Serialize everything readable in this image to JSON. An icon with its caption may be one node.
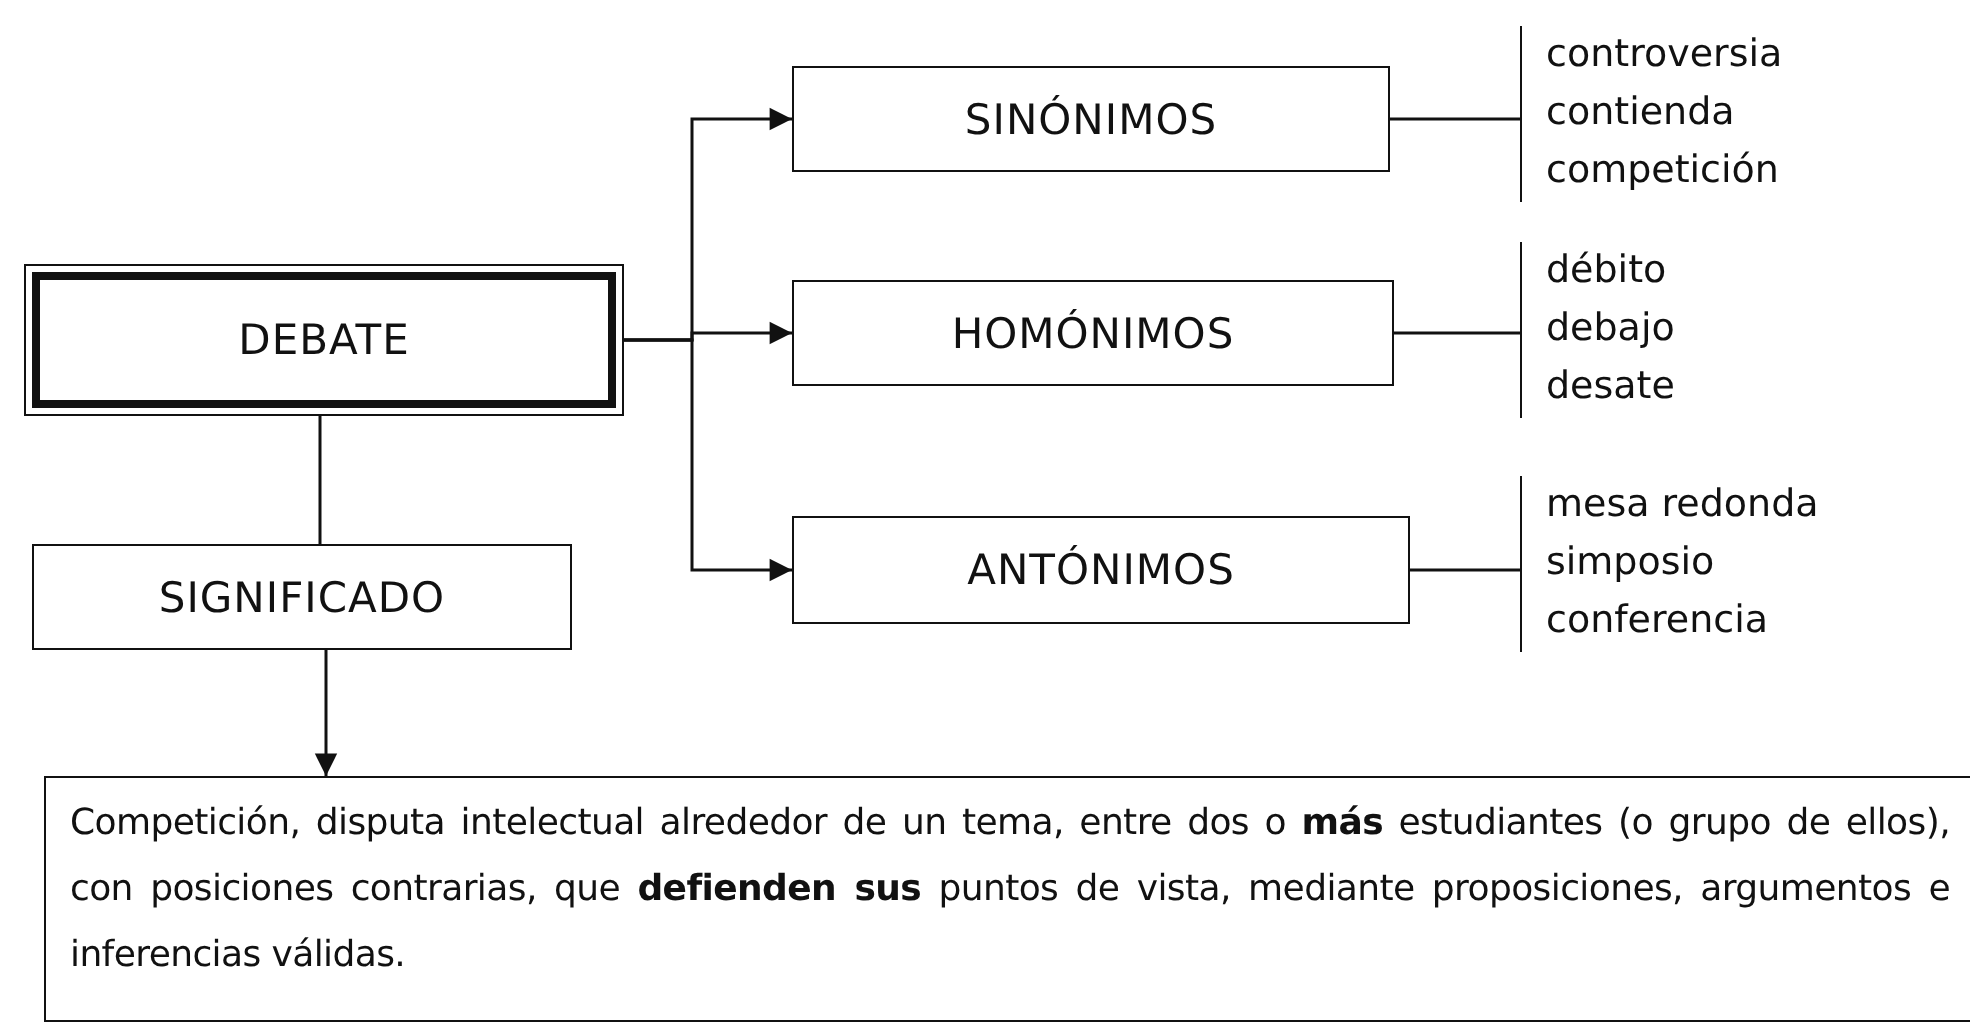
{
  "diagram": {
    "nodes": [
      {
        "text": [
          "DEBATE"
        ]
      },
      {
        "text": [
          "SINÓNIMOS"
        ]
      },
      {
        "text": [
          "HOMÓNIMOS"
        ]
      },
      {
        "text": [
          "ANTÓNIMOS"
        ]
      },
      {
        "text": [
          "SIGNIFICADO"
        ]
      },
      {
        "text": [
          "Competición, disputa intelectual alrededor de un tema, entre dos o **más** estudiantes (o grupo de ellos), con posiciones contrarias, que **defienden sus** puntos de vista, mediante proposiciones, argumentos e inferencias válidas."
        ]
      },
      {
        "text": [
          "controversia",
          "contienda",
          "competición"
        ]
      },
      {
        "text": [
          "débito",
          "debajo",
          "desate"
        ]
      },
      {
        "text": [
          "mesa redonda",
          "simposio",
          "conferencia"
        ]
      }
    ],
    "edges": [
      {
        "from": 0,
        "to": 1,
        "arrow": "to"
      },
      {
        "from": 0,
        "to": 2,
        "arrow": "to"
      },
      {
        "from": 0,
        "to": 3,
        "arrow": "to"
      },
      {
        "from": 0,
        "to": 4,
        "arrow": "none"
      },
      {
        "from": 4,
        "to": 5,
        "arrow": "to"
      },
      {
        "from": 1,
        "to": 6,
        "arrow": "none"
      },
      {
        "from": 2,
        "to": 7,
        "arrow": "none"
      },
      {
        "from": 3,
        "to": 8,
        "arrow": "none"
      }
    ]
  }
}
